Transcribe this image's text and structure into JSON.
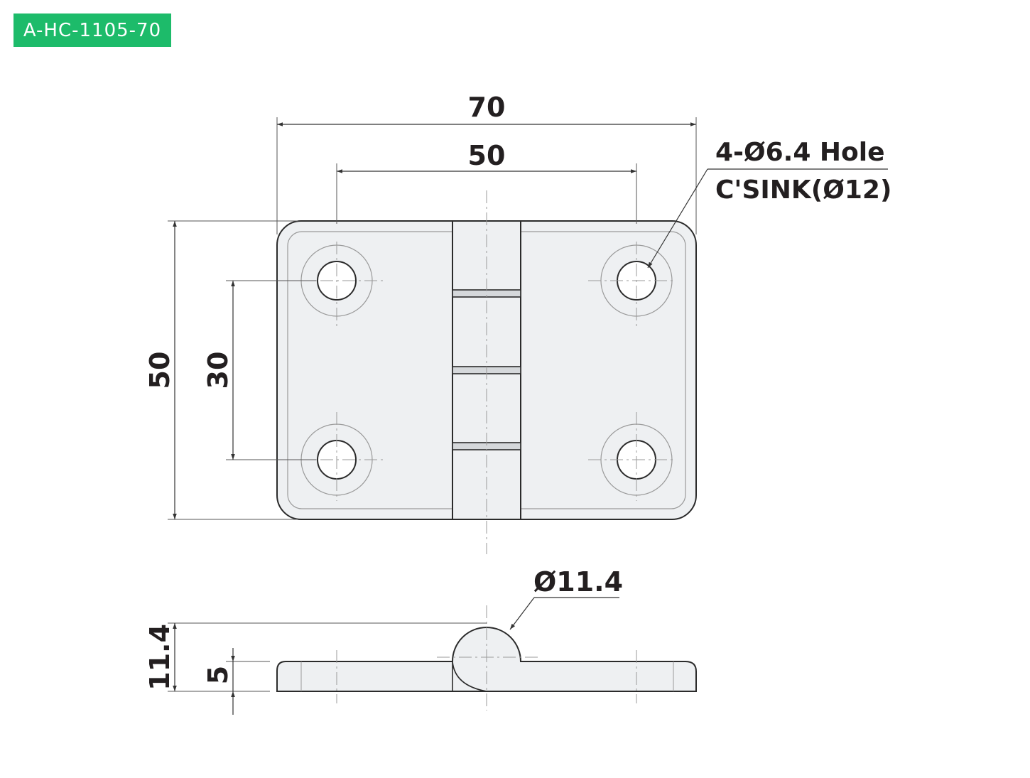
{
  "part_number": "A-HC-1105-70",
  "colors": {
    "badge_bg": "#1dbb6a",
    "badge_text": "#ffffff",
    "part_fill": "#eef0f2",
    "outline": "#2b2b2b",
    "dim_line": "#333333",
    "center_line": "#9a9a9a",
    "text": "#231f20"
  },
  "dimensions": {
    "overall_width": "70",
    "hole_pitch_x": "50",
    "overall_height": "50",
    "hole_pitch_y": "30",
    "knuckle_height": "11.4",
    "plate_thickness": "5",
    "knuckle_diameter": "Ø11.4"
  },
  "hole_callout": {
    "line1": "4-Ø6.4 Hole",
    "line2": "C'SINK(Ø12)"
  }
}
